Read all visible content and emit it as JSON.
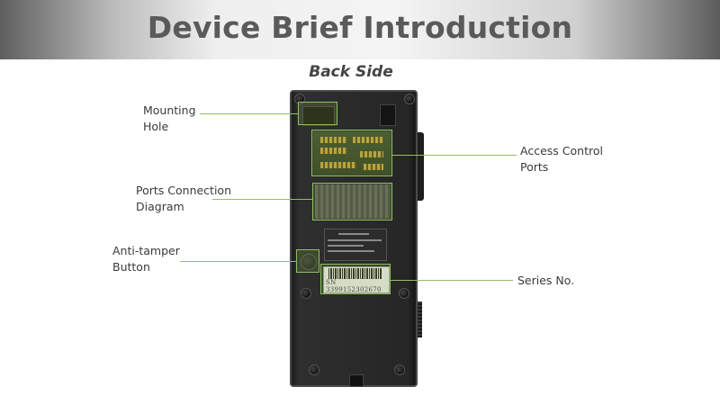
{
  "header": {
    "title": "Device Brief Introduction"
  },
  "subtitle": "Back Side",
  "callouts": {
    "mounting_hole": [
      "Mounting",
      "Hole"
    ],
    "ports_connection_diagram": [
      "Ports Connection",
      "Diagram"
    ],
    "anti_tamper_button": [
      "Anti-tamper",
      "Button"
    ],
    "access_control_ports": [
      "Access Control",
      "Ports"
    ],
    "series_no": "Series No."
  },
  "device": {
    "serial_number": "SN  3399152302670"
  },
  "colors": {
    "accent_line": "#93bf65",
    "highlight": "#8dc060",
    "title_text": "#5a5a5a"
  }
}
